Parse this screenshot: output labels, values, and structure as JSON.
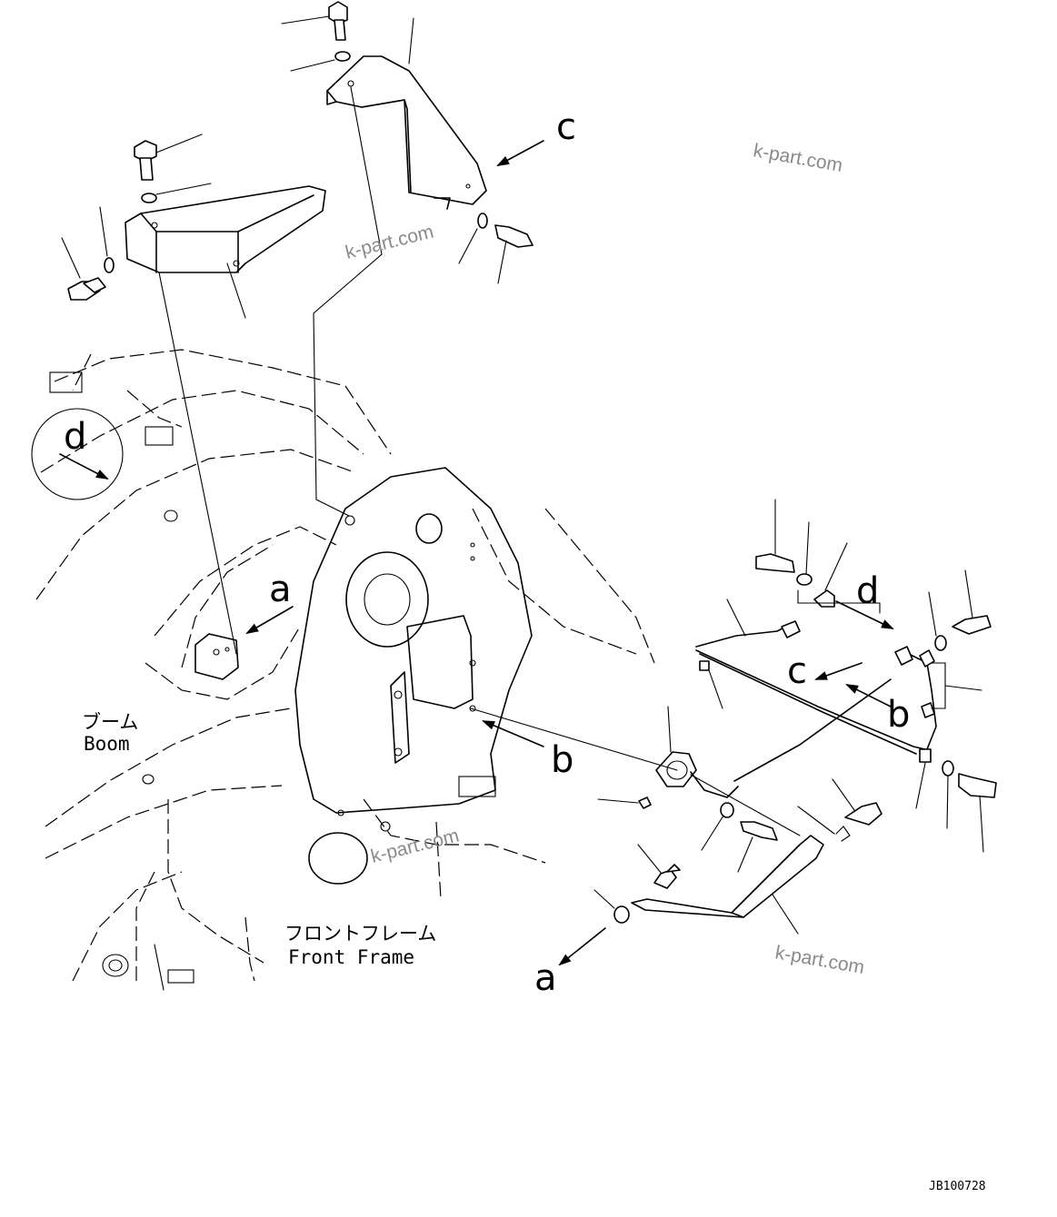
{
  "labels": {
    "a_top": "a",
    "a_bottom": "a",
    "b_left": "b",
    "b_right": "b",
    "c_top": "c",
    "c_right": "c",
    "d_left": "d",
    "d_right": "d"
  },
  "texts": {
    "boom_jp": "ブーム",
    "boom_en": "Boom",
    "front_frame_jp": "フロントフレーム",
    "front_frame_en": "Front Frame",
    "drawing_code": "JB100728"
  },
  "watermarks": {
    "wm1": "k-part.com",
    "wm2": "k-part.com",
    "wm3": "k-part.com",
    "wm4": "k-part.com"
  },
  "colors": {
    "line": "#000000",
    "watermark": "#8a8a8a",
    "background": "#ffffff"
  }
}
